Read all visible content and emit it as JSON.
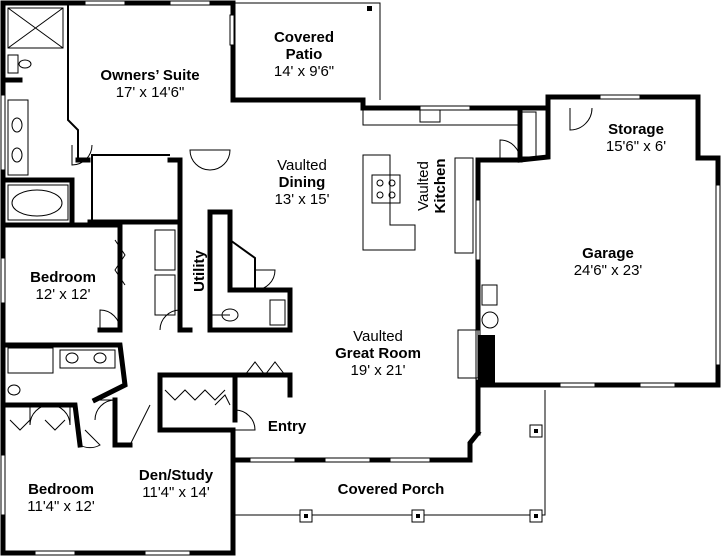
{
  "rooms": {
    "owners_suite": {
      "name": "Owners’ Suite",
      "dim": "17' x 14'6\""
    },
    "covered_patio": {
      "name1": "Covered",
      "name2": "Patio",
      "dim": "14' x 9'6\""
    },
    "dining": {
      "pre": "Vaulted",
      "name": "Dining",
      "dim": "13' x 15'"
    },
    "kitchen": {
      "pre": "Vaulted",
      "name": "Kitchen"
    },
    "storage": {
      "name": "Storage",
      "dim": "15'6\" x 6'"
    },
    "garage": {
      "name": "Garage",
      "dim": "24'6\" x 23'"
    },
    "bedroom1": {
      "name": "Bedroom",
      "dim": "12' x 12'"
    },
    "utility": {
      "name": "Utility"
    },
    "great_room": {
      "pre": "Vaulted",
      "name": "Great Room",
      "dim": "19' x 21'"
    },
    "entry": {
      "name": "Entry"
    },
    "bedroom2": {
      "name": "Bedroom",
      "dim": "11'4\" x 12'"
    },
    "den": {
      "name": "Den/Study",
      "dim": "11'4\" x 14'"
    },
    "covered_porch": {
      "name": "Covered Porch"
    }
  }
}
